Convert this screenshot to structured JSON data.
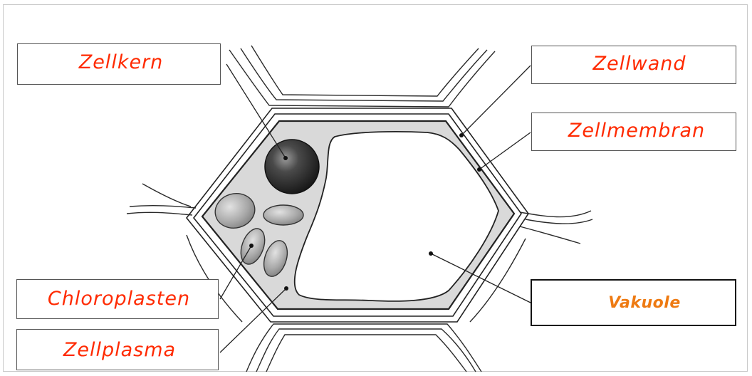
{
  "labels": {
    "zellkern": "Zellkern",
    "zellwand": "Zellwand",
    "zellmembran": "Zellmembran",
    "chloroplasten": "Chloroplasten",
    "zellplasma": "Zellplasma",
    "vakuole": "Vakuole"
  },
  "colors": {
    "label_red": "#ff2a00",
    "label_orange": "#ee7a12",
    "cytoplasm": "#d9d9d9",
    "nucleus": "#3a3a3a",
    "chloroplast": "#a9a9a9",
    "outline": "#222222"
  }
}
